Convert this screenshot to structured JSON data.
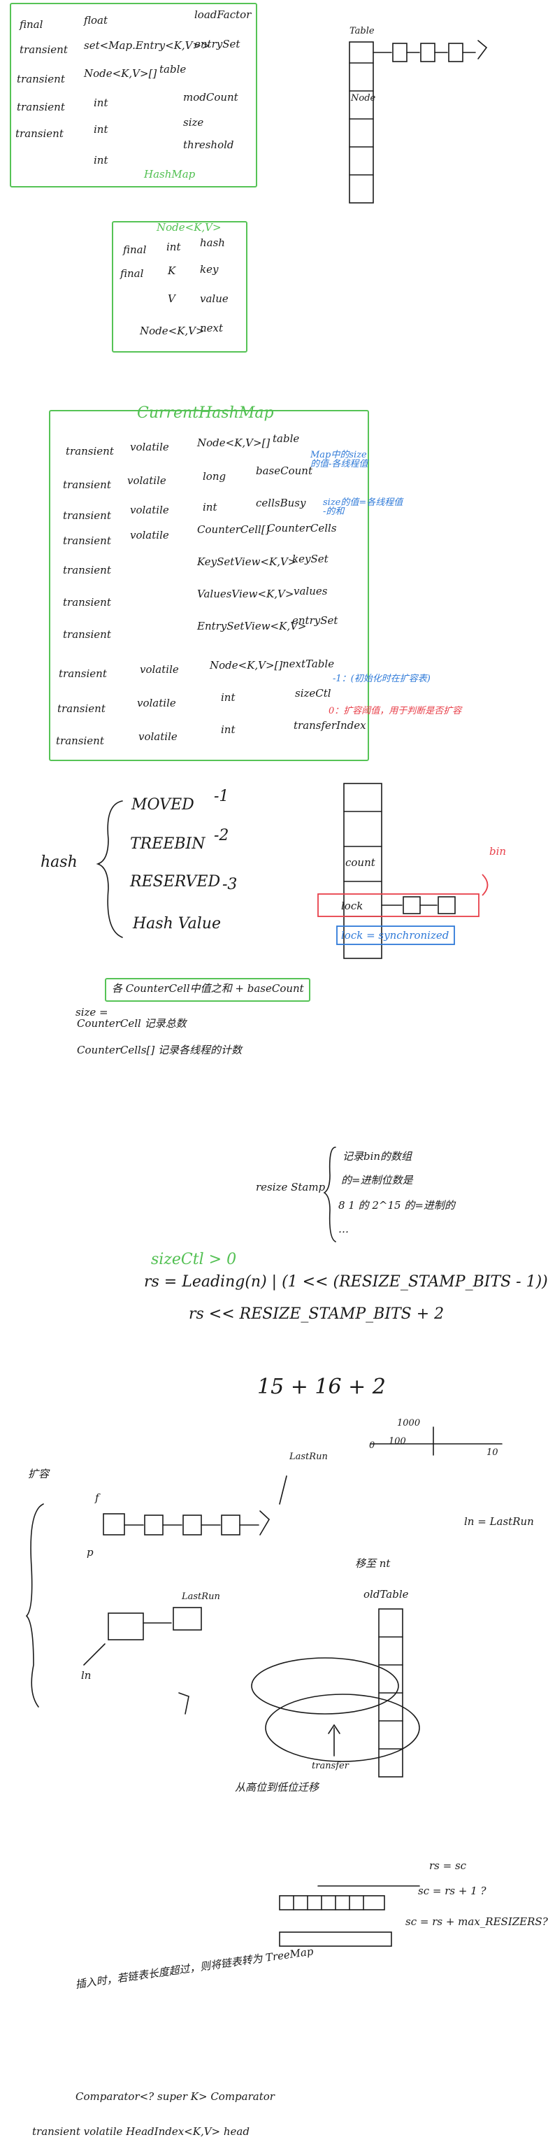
{
  "hashmap": {
    "title": "HashMap",
    "rows": [
      [
        "final",
        "float",
        "loadFactor"
      ],
      [
        "transient",
        "set<Map.Entry<K,V>>",
        "entrySet"
      ],
      [
        "transient",
        "Node<K,V>[]",
        "table"
      ],
      [
        "transient",
        "int",
        "modCount"
      ],
      [
        "transient",
        "int",
        "size"
      ],
      [
        "",
        "int",
        "threshold"
      ]
    ]
  },
  "node": {
    "title": "Node<K,V>",
    "rows": [
      [
        "final",
        "int",
        "hash"
      ],
      [
        "final",
        "K",
        "key"
      ],
      [
        "",
        "V",
        "value"
      ],
      [
        "",
        "Node<K,V>",
        "next"
      ]
    ]
  },
  "table_diagram": {
    "table_label": "Table",
    "node_label": "Node"
  },
  "chm": {
    "title": "CurrentHashMap",
    "rows": [
      [
        "transient",
        "volatile",
        "Node<K,V>[]",
        "table"
      ],
      [
        "transient",
        "volatile",
        "long",
        "baseCount"
      ],
      [
        "transient",
        "volatile",
        "int",
        "cellsBusy"
      ],
      [
        "transient",
        "volatile",
        "CounterCell[]",
        "CounterCells"
      ],
      [
        "transient",
        "",
        "KeySetView<K,V>",
        "keySet"
      ],
      [
        "transient",
        "",
        "ValuesView<K,V>",
        "values"
      ],
      [
        "transient",
        "",
        "EntrySetView<K,V>",
        "entrySet"
      ],
      [
        "transient",
        "volatile",
        "Node<K,V>[]",
        "nextTable"
      ],
      [
        "transient",
        "volatile",
        "int",
        "sizeCtl"
      ],
      [
        "transient",
        "volatile",
        "int",
        "transferIndex"
      ]
    ],
    "note_basecount": "Map中的size\n的值-各线程值",
    "note_countercells": "size的值=各线程值\n-的和",
    "note_sizectl_blue": "-1：(初始化时在扩容表)",
    "note_sizectl_red": "0：扩容阈值，用于判断是否扩容"
  },
  "hash_states": {
    "label": "hash",
    "items": [
      [
        "MOVED",
        "-1"
      ],
      [
        "TREEBIN",
        "-2"
      ],
      [
        "RESERVED",
        "-3"
      ],
      [
        "Hash Value",
        ""
      ]
    ],
    "bin_label": "bin",
    "lock_label": "lock",
    "cell_label": "count",
    "sync_label": "lock = synchronized"
  },
  "size_formula": {
    "prefix": "size =",
    "boxed": "各 CounterCell中值之和 + baseCount",
    "line2": "CounterCell 记录总数",
    "line3": "CounterCells[] 记录各线程的计数"
  },
  "resize_stamp": {
    "label": "resize Stamp",
    "lines": [
      "记录bin的数组",
      "的=进制位数是",
      "8 1 的 2^15 的=进制的",
      "…"
    ],
    "sizectl_label": "sizeCtl > 0",
    "formula1": "rs = Leading(n) | (1 << (RESIZE_STAMP_BITS - 1))",
    "formula2": "rs << RESIZE_STAMP_BITS + 2",
    "formula3": "15 + 16 + 2",
    "axis_label_1000": "1000",
    "axis_label_0": "0",
    "axis_label_100": "100",
    "axis_label_10": "10"
  },
  "transfer": {
    "title": "扩容",
    "f_label": "f",
    "p_label": "p",
    "last_run_label": "LastRun",
    "ln_label": "ln",
    "ln_eq": "ln = LastRun",
    "move_label": "移至 nt",
    "old_table_label": "oldTable",
    "transfer_label": "transfer",
    "bottom_note": "从高位到低位迁移"
  },
  "resize_check": {
    "rs_eq": "rs = sc",
    "sc1": "sc = rs + 1 ?",
    "sc2": "sc = rs + max_RESIZERS?"
  },
  "insert_note": "插入时，若链表长度超过，则将链表转为 TreeMap",
  "bottom": {
    "comparator": "Comparator<? super K>  Comparator",
    "head_row": "transient  volatile  HeadIndex<K,V>  head"
  }
}
